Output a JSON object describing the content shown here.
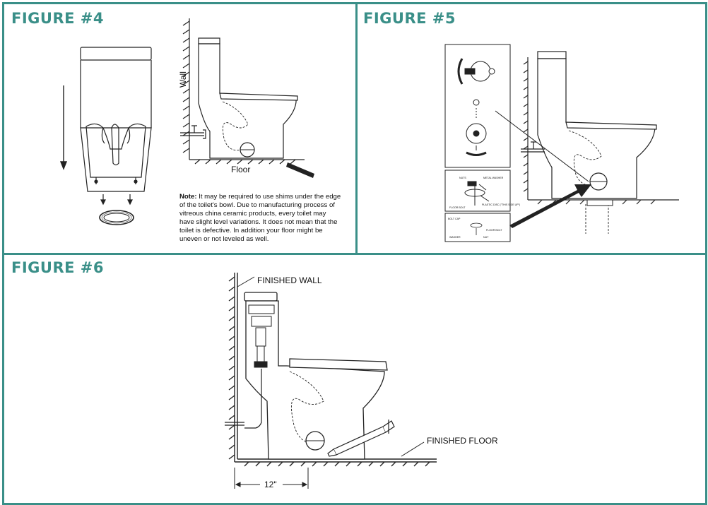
{
  "figure4": {
    "title": "FIGURE #4",
    "wall_label": "Wall",
    "floor_label": "Floor",
    "note_label": "Note:",
    "note_text": " It may be required to use shims under the edge of the toilet's bowl. Due to manufacturing process of vitreous china ceramic products, every toilet may have slight level variations. It does not mean that the toilet is defective. In addition your floor might be uneven or not leveled as well."
  },
  "figure5": {
    "title": "FIGURE #5",
    "detail_labels": {
      "nut": "NUTS",
      "metal_washer": "METAL WASHER",
      "floor_bolt": "FLOOR BOLT",
      "plastic_disc": "PLASTIC DISC (\"THIS SIDE UP\")",
      "bolt_cap": "BOLT CAP",
      "washer": "WASHER",
      "floor_bolt_2": "FLOOR BOLT",
      "nut_2": "NUT"
    }
  },
  "figure6": {
    "title": "FIGURE #6",
    "finished_wall": "FINISHED WALL",
    "finished_floor": "FINISHED FLOOR",
    "rough_in": "12\""
  },
  "colors": {
    "accent": "#3a8f88",
    "line": "#222222"
  }
}
